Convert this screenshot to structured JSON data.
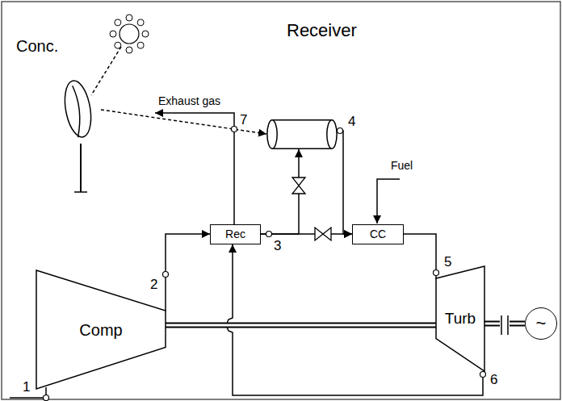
{
  "diagram": {
    "nodes": [
      {
        "text": [
          "Conc."
        ]
      },
      {
        "text": [
          "Receiver"
        ]
      },
      {
        "text": [
          "Comp"
        ]
      },
      {
        "text": [
          "Rec"
        ]
      },
      {
        "text": [
          "CC"
        ]
      },
      {
        "text": [
          "Turb"
        ]
      },
      {
        "text": [
          "~"
        ]
      }
    ],
    "edges": [
      {
        "from": 0,
        "to": 1,
        "arrow": "to"
      },
      {
        "from": 2,
        "to": 3,
        "arrow": "to"
      },
      {
        "from": 3,
        "to": 4,
        "arrow": "to"
      },
      {
        "from": 3,
        "to": 1,
        "arrow": "to"
      },
      {
        "from": 1,
        "to": 4,
        "arrow": "to"
      },
      {
        "from": 4,
        "to": 5,
        "arrow": "none"
      },
      {
        "from": 5,
        "to": 3,
        "arrow": "to"
      },
      {
        "from": 2,
        "to": 5,
        "arrow": "none"
      },
      {
        "from": 5,
        "to": 6,
        "arrow": "none"
      }
    ],
    "labels": [
      "Exhaust gas",
      "7",
      "Fuel",
      "1",
      "2",
      "3",
      "4",
      "5",
      "6"
    ]
  }
}
